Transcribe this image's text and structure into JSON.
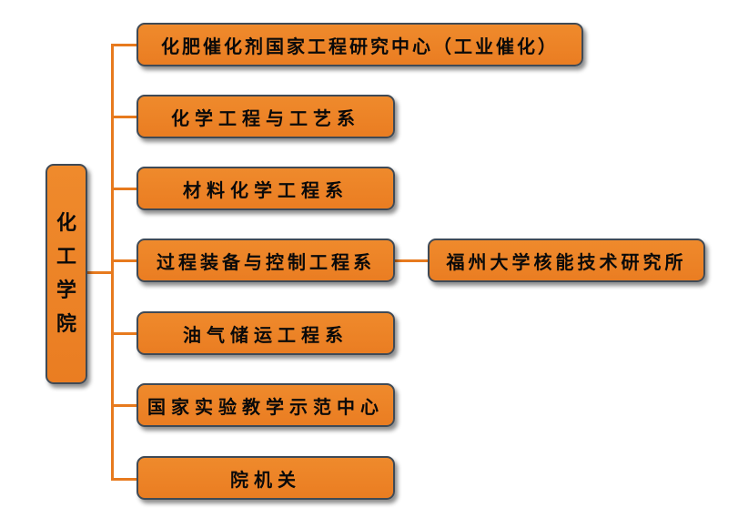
{
  "root": {
    "chars": [
      "化",
      "工",
      "学",
      "院"
    ]
  },
  "units": [
    {
      "label": "化肥催化剂国家工程研究中心（工业催化）"
    },
    {
      "label": "化学工程与工艺系"
    },
    {
      "label": "材料化学工程系"
    },
    {
      "label": "过程装备与控制工程系"
    },
    {
      "label": "油气储运工程系"
    },
    {
      "label": "国家实验教学示范中心"
    },
    {
      "label": "院机关"
    }
  ],
  "sub_unit": {
    "label": "福州大学核能技术研究所",
    "parent": "过程装备与控制工程系"
  },
  "colors": {
    "box_fill": "#ea7d22",
    "box_border": "#3f4a56",
    "connector": "#e77a1e"
  }
}
